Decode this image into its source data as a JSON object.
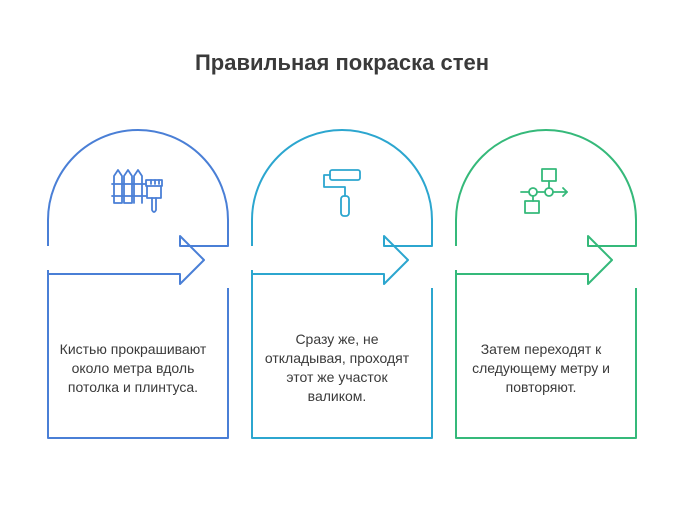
{
  "title": "Правильная покраска стен",
  "steps": [
    {
      "text": "Кистью прокрашивают около метра вдоль потолка и плинтуса.",
      "icon": "brush-fence-icon",
      "color": "#4a7fd6"
    },
    {
      "text": "Сразу же, не откладывая, проходят этот же участок валиком.",
      "icon": "paint-roller-icon",
      "color": "#2ca6cf"
    },
    {
      "text": "Затем переходят к следующему метру и повторяют.",
      "icon": "flow-steps-icon",
      "color": "#35b97a"
    }
  ]
}
